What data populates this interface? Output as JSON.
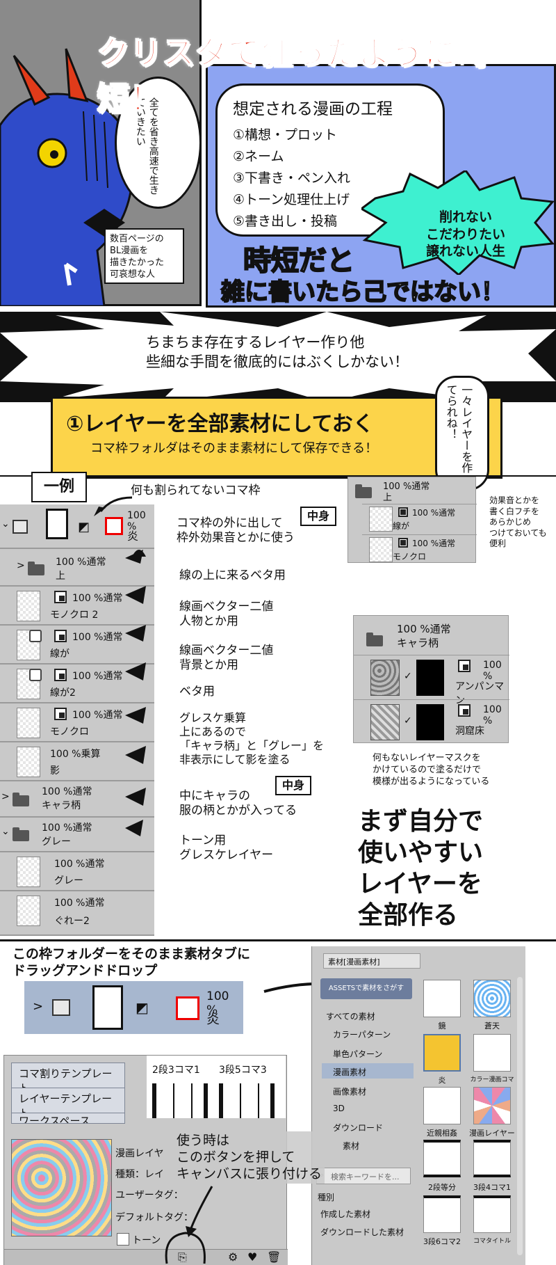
{
  "title": "クリスタで狂ったように時短！",
  "intro": {
    "speech_bubble": "全てを省き高速で生きていきたい",
    "caption_lines": [
      "数百ページの",
      "BL漫画を",
      "描きたかった",
      "可哀想な人"
    ],
    "process_heading": "想定される漫画の工程",
    "process_steps": [
      "①構想・プロット",
      "②ネーム",
      "③下書き・ペン入れ",
      "④トーン処理仕上げ",
      "⑤書き出し・投稿"
    ],
    "burst_lines": [
      "削れない",
      "こだわりたい",
      "譲れない人生"
    ],
    "handwritten_lines": [
      "時短だと",
      "雑に書いたら己ではない！"
    ]
  },
  "banner": {
    "lines": [
      "ちまちま存在するレイヤー作り他",
      "些細な手間を徹底的にはぶくしかない！"
    ]
  },
  "section1": {
    "heading": "①レイヤーを全部素材にしておく",
    "subheading": "コマ枠フォルダはそのまま素材にして保存できる！",
    "vertical_bubble": "一々レイヤーを作ってられね！",
    "example_label": "一例",
    "empty_frame_note": "何も割られてないコマ枠",
    "contents_label": "中身",
    "contents_label_2": "中身",
    "notes": [
      "コマ枠の外に出して\n枠外効果音とかに使う",
      "線の上に来るベタ用",
      "線画ベクター二値\n人物とか用",
      "線画ベクター二値\n背景とか用",
      "ベタ用",
      "グレスケ乗算\n上にあるので\n「キャラ柄」と「グレー」を\n非表示にして影を塗る",
      "中にキャラの\n服の柄とかが入ってる",
      "トーン用\nグレスケレイヤー"
    ],
    "layers": [
      {
        "pct": "100 %",
        "name": "炎"
      },
      {
        "pct": "100 %通常",
        "name": "上"
      },
      {
        "pct": "100 %通常",
        "name": "モノクロ 2"
      },
      {
        "pct": "100 %通常",
        "name": "線が"
      },
      {
        "pct": "100 %通常",
        "name": "線が2"
      },
      {
        "pct": "100 %通常",
        "name": "モノクロ"
      },
      {
        "pct": "100 %乗算",
        "name": "影"
      },
      {
        "pct": "100 %通常",
        "name": "キャラ柄"
      },
      {
        "pct": "100 %通常",
        "name": "グレー"
      },
      {
        "pct": "100 %通常",
        "name": "グレー"
      },
      {
        "pct": "100 %通常",
        "name": "ぐれー2"
      }
    ],
    "upper_folder": {
      "pct": "100 %通常",
      "name": "上",
      "children": [
        {
          "pct": "100 %通常",
          "name": "線が"
        },
        {
          "pct": "100 %通常",
          "name": "モノクロ"
        }
      ]
    },
    "upper_note": "効果音とかを\n書く白フチを\nあらかじめ\nつけておいても\n便利",
    "chara_folder": {
      "pct": "100 %通常",
      "name": "キャラ柄",
      "children": [
        {
          "pct": "100 %",
          "name": "アンパンマン"
        },
        {
          "pct": "100 %",
          "name": "洞窟床"
        }
      ]
    },
    "chara_note": "何もないレイヤーマスクを\nかけているので塗るだけで\n模様が出るようになっている",
    "big_statement": [
      "まず自分で",
      "使いやすい",
      "レイヤーを",
      "全部作る"
    ]
  },
  "section2": {
    "heading_lines": [
      "この枠フォルダーをそのまま素材タブに",
      "ドラッグアンドドロップ"
    ],
    "frame_layer": {
      "pct": "100 %",
      "name": "炎"
    },
    "material_panel": {
      "tab_label": "素材[漫画素材]",
      "assets_button": "ASSETSで素材をさがす",
      "tree": [
        "すべての素材",
        "カラーパターン",
        "単色パターン",
        "漫画素材",
        "画像素材",
        "3D",
        "ダウンロード",
        "素材"
      ],
      "search_placeholder": "検索キーワードを...",
      "category_label": "種別",
      "category_items": [
        "作成した素材",
        "ダウンロードした素材"
      ],
      "tiles": [
        "鏡",
        "蒼天",
        "炎",
        "カラー漫画コマ",
        "近親相姦",
        "漫画レイヤー",
        "2段等分",
        "3段4コマ1",
        "3段6コマ2",
        "コマタイトル"
      ]
    },
    "left_panel": {
      "buttons": [
        "コマ割りテンプレート",
        "レイヤーテンプレート",
        "ワークスペース"
      ],
      "grid_labels": [
        "2段3コマ1",
        "3段5コマ3"
      ],
      "info_lines": [
        "漫画レイヤ",
        "種類：レイ",
        "ユーザータグ：",
        "デフォルトタグ：",
        "トーン"
      ]
    },
    "usage_note": [
      "使う時は",
      "このボタンを押して",
      "キャンバスに張り付ける"
    ]
  },
  "colors": {
    "title_red": "#e8321c",
    "panel_blue": "#8da4f2",
    "burst_teal": "#3ef0d0",
    "yellow": "#fcd44a",
    "ui_gray": "#c9c9c9",
    "ui_blue": "#a7b7cf",
    "character_blue": "#2f4bc9",
    "horn_red": "#e03b1a"
  }
}
